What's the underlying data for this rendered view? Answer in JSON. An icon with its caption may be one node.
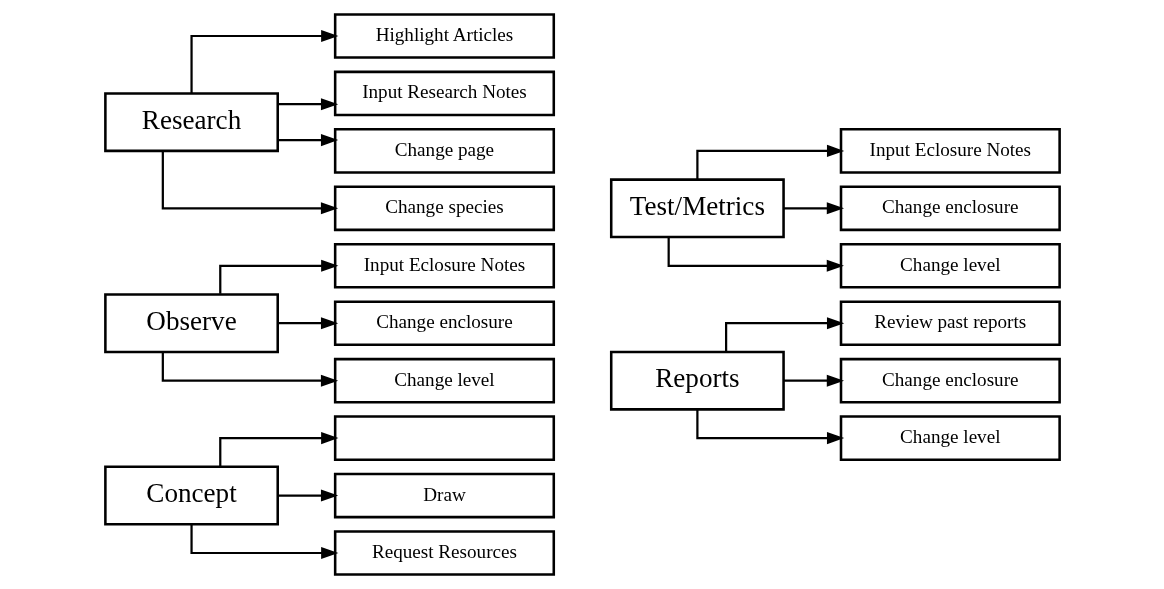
{
  "diagram": {
    "nodes": [
      {
        "text": [
          "Research"
        ]
      },
      {
        "text": [
          "Change species"
        ]
      },
      {
        "text": [
          "Change page"
        ]
      },
      {
        "text": [
          "Input Research Notes"
        ]
      },
      {
        "text": [
          "Highlight Articles"
        ]
      },
      {
        "text": [
          "Test/Metrics"
        ]
      },
      {
        "text": [
          "Change level"
        ]
      },
      {
        "text": [
          "Change enclosure"
        ]
      },
      {
        "text": [
          "Input Eclosure Notes"
        ]
      },
      {
        "text": [
          "Observe"
        ]
      },
      {
        "text": [
          "Change level"
        ]
      },
      {
        "text": [
          "Change enclosure"
        ]
      },
      {
        "text": [
          "Input Eclosure Notes"
        ]
      },
      {
        "text": [
          "Reports"
        ]
      },
      {
        "text": [
          "Change level"
        ]
      },
      {
        "text": [
          "Change enclosure"
        ]
      },
      {
        "text": [
          "Review past reports"
        ]
      },
      {
        "text": [
          "Concept"
        ]
      },
      {
        "text": [
          "Request Resources"
        ]
      },
      {
        "text": [
          "Draw"
        ]
      },
      {
        "text": [],
        "shape": "box"
      }
    ],
    "edges": [
      {
        "from": 0,
        "to": 1,
        "arrow": "to"
      },
      {
        "from": 0,
        "to": 2,
        "arrow": "to"
      },
      {
        "from": 0,
        "to": 3,
        "arrow": "to"
      },
      {
        "from": 0,
        "to": 4,
        "arrow": "to"
      },
      {
        "from": 5,
        "to": 6,
        "arrow": "to"
      },
      {
        "from": 5,
        "to": 7,
        "arrow": "to"
      },
      {
        "from": 5,
        "to": 8,
        "arrow": "to"
      },
      {
        "from": 9,
        "to": 10,
        "arrow": "to"
      },
      {
        "from": 9,
        "to": 11,
        "arrow": "to"
      },
      {
        "from": 9,
        "to": 12,
        "arrow": "to"
      },
      {
        "from": 13,
        "to": 14,
        "arrow": "to"
      },
      {
        "from": 13,
        "to": 15,
        "arrow": "to"
      },
      {
        "from": 13,
        "to": 16,
        "arrow": "to"
      },
      {
        "from": 17,
        "to": 18,
        "arrow": "to"
      },
      {
        "from": 17,
        "to": 19,
        "arrow": "to"
      },
      {
        "from": 17,
        "to": 20,
        "arrow": "to"
      }
    ]
  }
}
